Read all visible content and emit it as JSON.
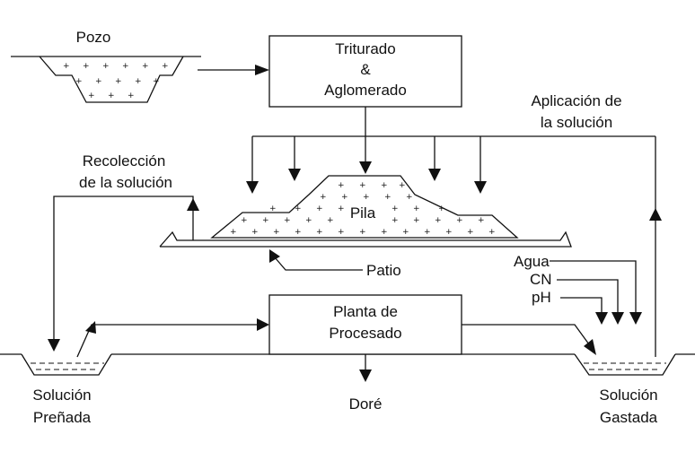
{
  "labels": {
    "pozo": "Pozo",
    "triturado_1": "Triturado",
    "triturado_2": "&",
    "triturado_3": "Aglomerado",
    "aplicacion_1": "Aplicación de",
    "aplicacion_2": "la solución",
    "recoleccion_1": "Recolección",
    "recoleccion_2": "de la solución",
    "pila": "Pila",
    "patio": "Patio",
    "agua": "Agua",
    "cn": "CN",
    "ph": "pH",
    "planta_1": "Planta de",
    "planta_2": "Procesado",
    "solucion_prenada_1": "Solución",
    "solucion_prenada_2": "Preñada",
    "dore": "Doré",
    "solucion_gastada_1": "Solución",
    "solucion_gastada_2": "Gastada"
  }
}
